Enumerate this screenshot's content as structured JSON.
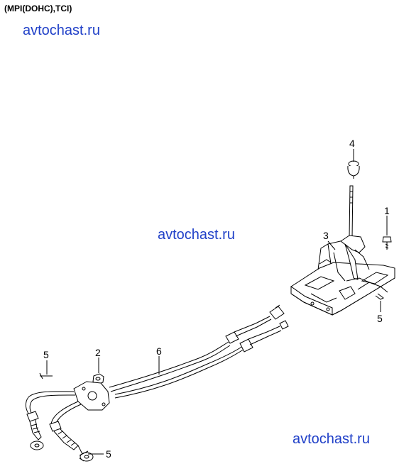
{
  "header": "(MPI(DOHC),TCI)",
  "watermark": "avtochast.ru",
  "watermark_color": "#2040c8",
  "callouts": [
    "4",
    "1",
    "3",
    "5",
    "2",
    "6",
    "5",
    "5"
  ],
  "parts": [
    "shift-knob",
    "bolt",
    "shift-lever-assembly",
    "clip",
    "nut",
    "shift-cable-assembly"
  ]
}
